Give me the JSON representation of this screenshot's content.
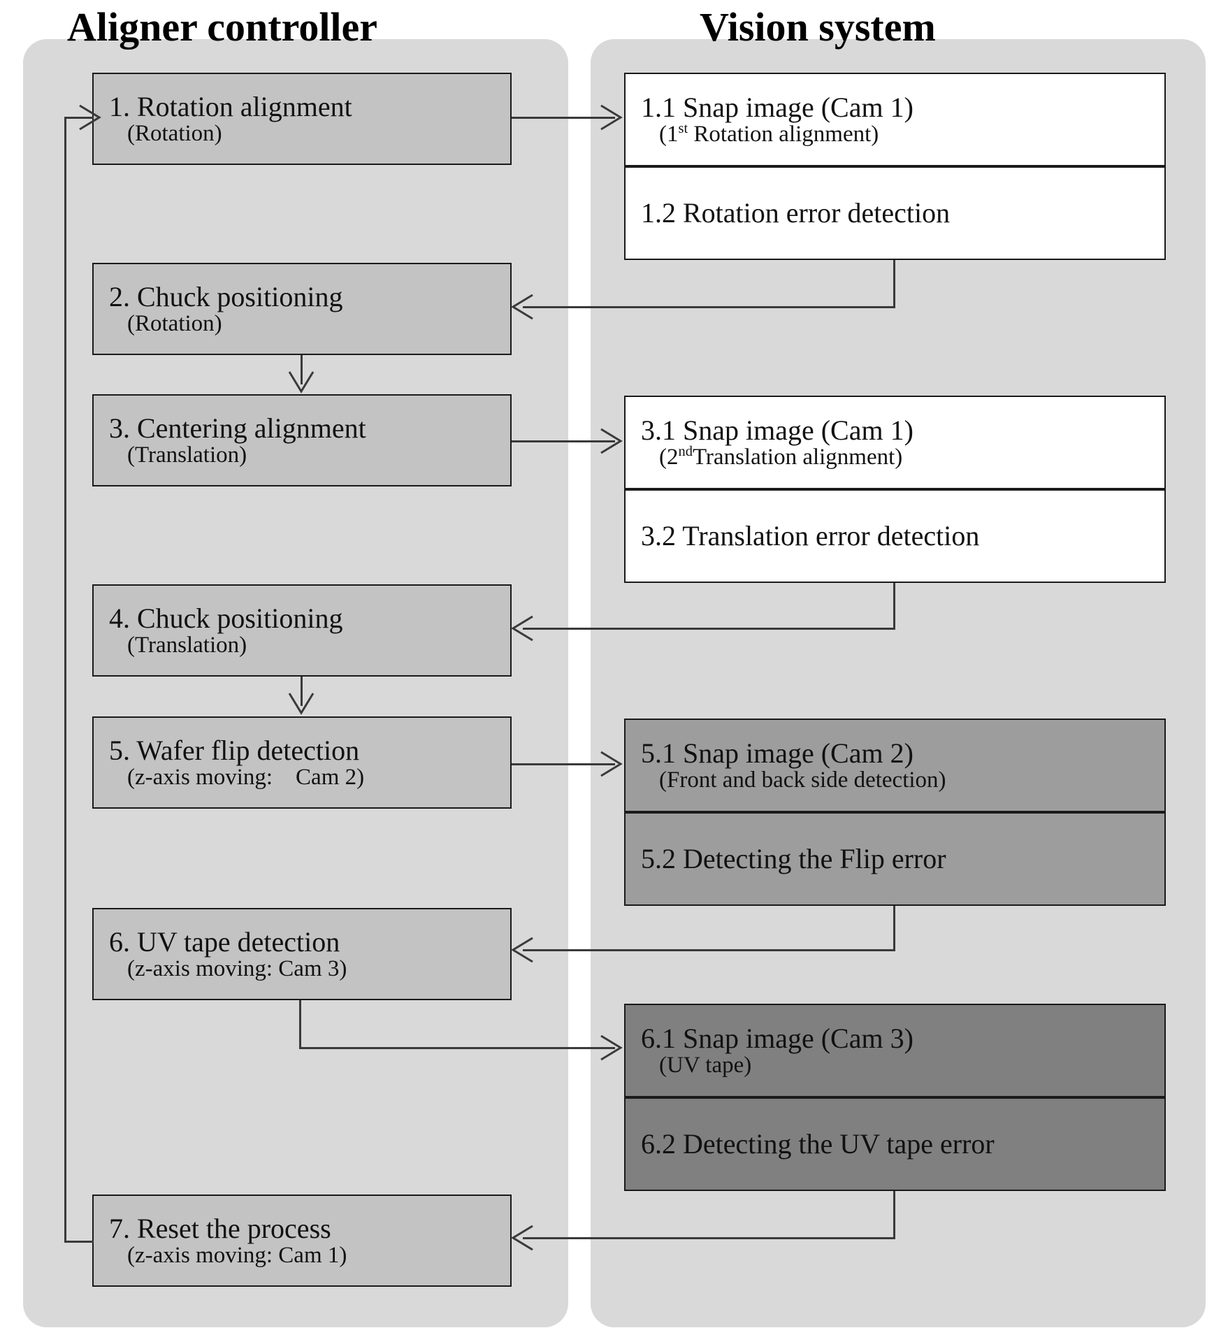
{
  "diagram": {
    "type": "flowchart",
    "columns": [
      {
        "id": "aligner",
        "title": "Aligner controller"
      },
      {
        "id": "vision",
        "title": "Vision system"
      }
    ],
    "colors": {
      "panel_background": "#d9d9d9",
      "node_fill_medium": "#c3c3c3",
      "node_fill_white": "#ffffff",
      "node_fill_dark": "#9d9d9d",
      "node_fill_darker": "#808080",
      "node_border": "#1a1a1a",
      "connector": "#3a3a3a",
      "text": "#111111",
      "page_background": "#ffffff"
    },
    "aligner_nodes": [
      {
        "id": "n1",
        "line1": "1. Rotation alignment",
        "line2": "(Rotation)",
        "fill": "medium"
      },
      {
        "id": "n2",
        "line1": "2. Chuck positioning",
        "line2": "(Rotation)",
        "fill": "medium"
      },
      {
        "id": "n3",
        "line1": "3. Centering alignment",
        "line2": "(Translation)",
        "fill": "medium"
      },
      {
        "id": "n4",
        "line1": "4. Chuck positioning",
        "line2": "(Translation)",
        "fill": "medium"
      },
      {
        "id": "n5",
        "line1": "5. Wafer flip detection",
        "line2": "(z-axis moving: Cam 2)",
        "fill": "medium"
      },
      {
        "id": "n6",
        "line1": "6. UV tape detection",
        "line2": "(z-axis moving: Cam 3)",
        "fill": "medium"
      },
      {
        "id": "n7",
        "line1": "7. Reset the process",
        "line2": "(z-axis moving:  Cam 1)",
        "fill": "medium"
      }
    ],
    "vision_nodes": [
      {
        "id": "v11",
        "line1": "1.1 Snap image (Cam 1)",
        "line2_pre": "(1",
        "line2_sup": "st",
        "line2_post": " Rotation  alignment)",
        "fill": "white"
      },
      {
        "id": "v12",
        "line1": "1.2 Rotation error detection",
        "line2": "",
        "fill": "white"
      },
      {
        "id": "v31",
        "line1": "3.1 Snap image (Cam 1)",
        "line2_pre": "(2",
        "line2_sup": "nd",
        "line2_post": "Translation  alignment)",
        "fill": "white"
      },
      {
        "id": "v32",
        "line1": "3.2 Translation error detection",
        "line2": "",
        "fill": "white"
      },
      {
        "id": "v51",
        "line1": "5.1 Snap image (Cam 2)",
        "line2": "(Front and back side detection)",
        "fill": "dark"
      },
      {
        "id": "v52",
        "line1": "5.2 Detecting  the Flip error",
        "line2": "",
        "fill": "dark"
      },
      {
        "id": "v61",
        "line1": "6.1 Snap image (Cam 3)",
        "line2": "(UV  tape)",
        "fill": "darker"
      },
      {
        "id": "v62",
        "line1": "6.2 Detecting  the UV tape error",
        "line2": "",
        "fill": "darker"
      }
    ],
    "connections": [
      {
        "from": "n1",
        "to": "v11",
        "kind": "right-arrow"
      },
      {
        "from": "v12",
        "to": "n2",
        "kind": "left-arrow"
      },
      {
        "from": "n2",
        "to": "n3",
        "kind": "down-arrow"
      },
      {
        "from": "n3",
        "to": "v31",
        "kind": "right-arrow"
      },
      {
        "from": "v32",
        "to": "n4",
        "kind": "left-arrow"
      },
      {
        "from": "n4",
        "to": "n5",
        "kind": "down-arrow"
      },
      {
        "from": "n5",
        "to": "v51",
        "kind": "right-arrow"
      },
      {
        "from": "v52",
        "to": "n6",
        "kind": "left-arrow"
      },
      {
        "from": "n6",
        "to": "v61",
        "kind": "right-arrow"
      },
      {
        "from": "v62",
        "to": "n7",
        "kind": "left-arrow"
      },
      {
        "from": "n7",
        "to": "n1",
        "kind": "loop-back-left"
      }
    ]
  }
}
